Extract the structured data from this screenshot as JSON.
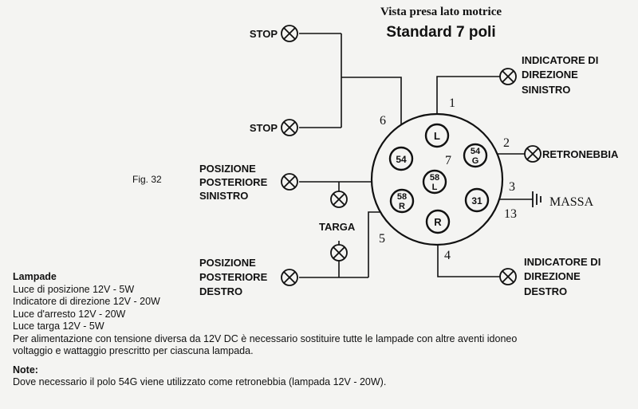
{
  "header": {
    "title": "Vista presa lato motrice",
    "subtitle": "Standard 7 poli"
  },
  "figure_label": "Fig. 32",
  "labels": {
    "stop_1": "STOP",
    "stop_2": "STOP",
    "pos_post_sx_1": "POSIZIONE",
    "pos_post_sx_2": "POSTERIORE",
    "pos_post_sx_3": "SINISTRO",
    "targa": "TARGA",
    "pos_post_dx_1": "POSIZIONE",
    "pos_post_dx_2": "POSTERIORE",
    "pos_post_dx_3": "DESTRO",
    "ind_sx_1": "INDICATORE DI",
    "ind_sx_2": "DIREZIONE",
    "ind_sx_3": "SINISTRO",
    "retronebbia": "RETRONEBBIA",
    "massa": "MASSA",
    "ind_dx_1": "INDICATORE DI",
    "ind_dx_2": "DIREZIONE",
    "ind_dx_3": "DESTRO"
  },
  "pins": [
    {
      "id": "L",
      "text_1": "L",
      "text_2": ""
    },
    {
      "id": "54G",
      "text_1": "54",
      "text_2": "G"
    },
    {
      "id": "31",
      "text_1": "31",
      "text_2": ""
    },
    {
      "id": "R",
      "text_1": "R",
      "text_2": ""
    },
    {
      "id": "58R",
      "text_1": "58",
      "text_2": "R"
    },
    {
      "id": "54",
      "text_1": "54",
      "text_2": ""
    },
    {
      "id": "58L",
      "text_1": "58",
      "text_2": "L"
    }
  ],
  "pin_numbers": {
    "n1": "1",
    "n2": "2",
    "n3": "3",
    "n13": "13",
    "n4": "4",
    "n5": "5",
    "n6": "6",
    "n7": "7"
  },
  "notes": {
    "lampade_title": "Lampade",
    "lampade": [
      "Luce di posizione 12V - 5W",
      "Indicatore di direzione 12V - 20W",
      "Luce d'arresto 12V - 20W",
      "Luce targa 12V - 5W",
      "Per alimentazione con tensione diversa da 12V DC è necessario sostituire tutte le lampade con altre aventi idoneo",
      "voltaggio e wattaggio prescritto per ciascuna lampada."
    ],
    "note_title": "Note:",
    "note_text": "Dove necessario il polo 54G viene utilizzato come retronebbia (lampada 12V - 20W)."
  },
  "colors": {
    "ink": "#111111",
    "paper": "#f4f4f2"
  }
}
